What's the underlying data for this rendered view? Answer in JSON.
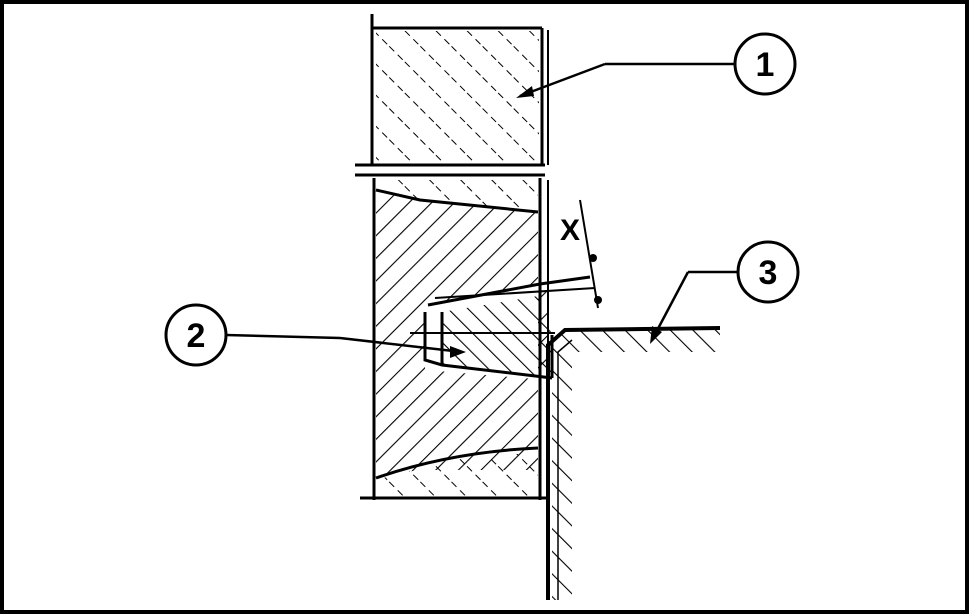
{
  "diagram": {
    "callouts": [
      {
        "id": "1",
        "label": "1"
      },
      {
        "id": "2",
        "label": "2"
      },
      {
        "id": "3",
        "label": "3"
      }
    ],
    "dimension_label": "X"
  },
  "colors": {
    "ink": "#000000",
    "paper": "#ffffff"
  }
}
